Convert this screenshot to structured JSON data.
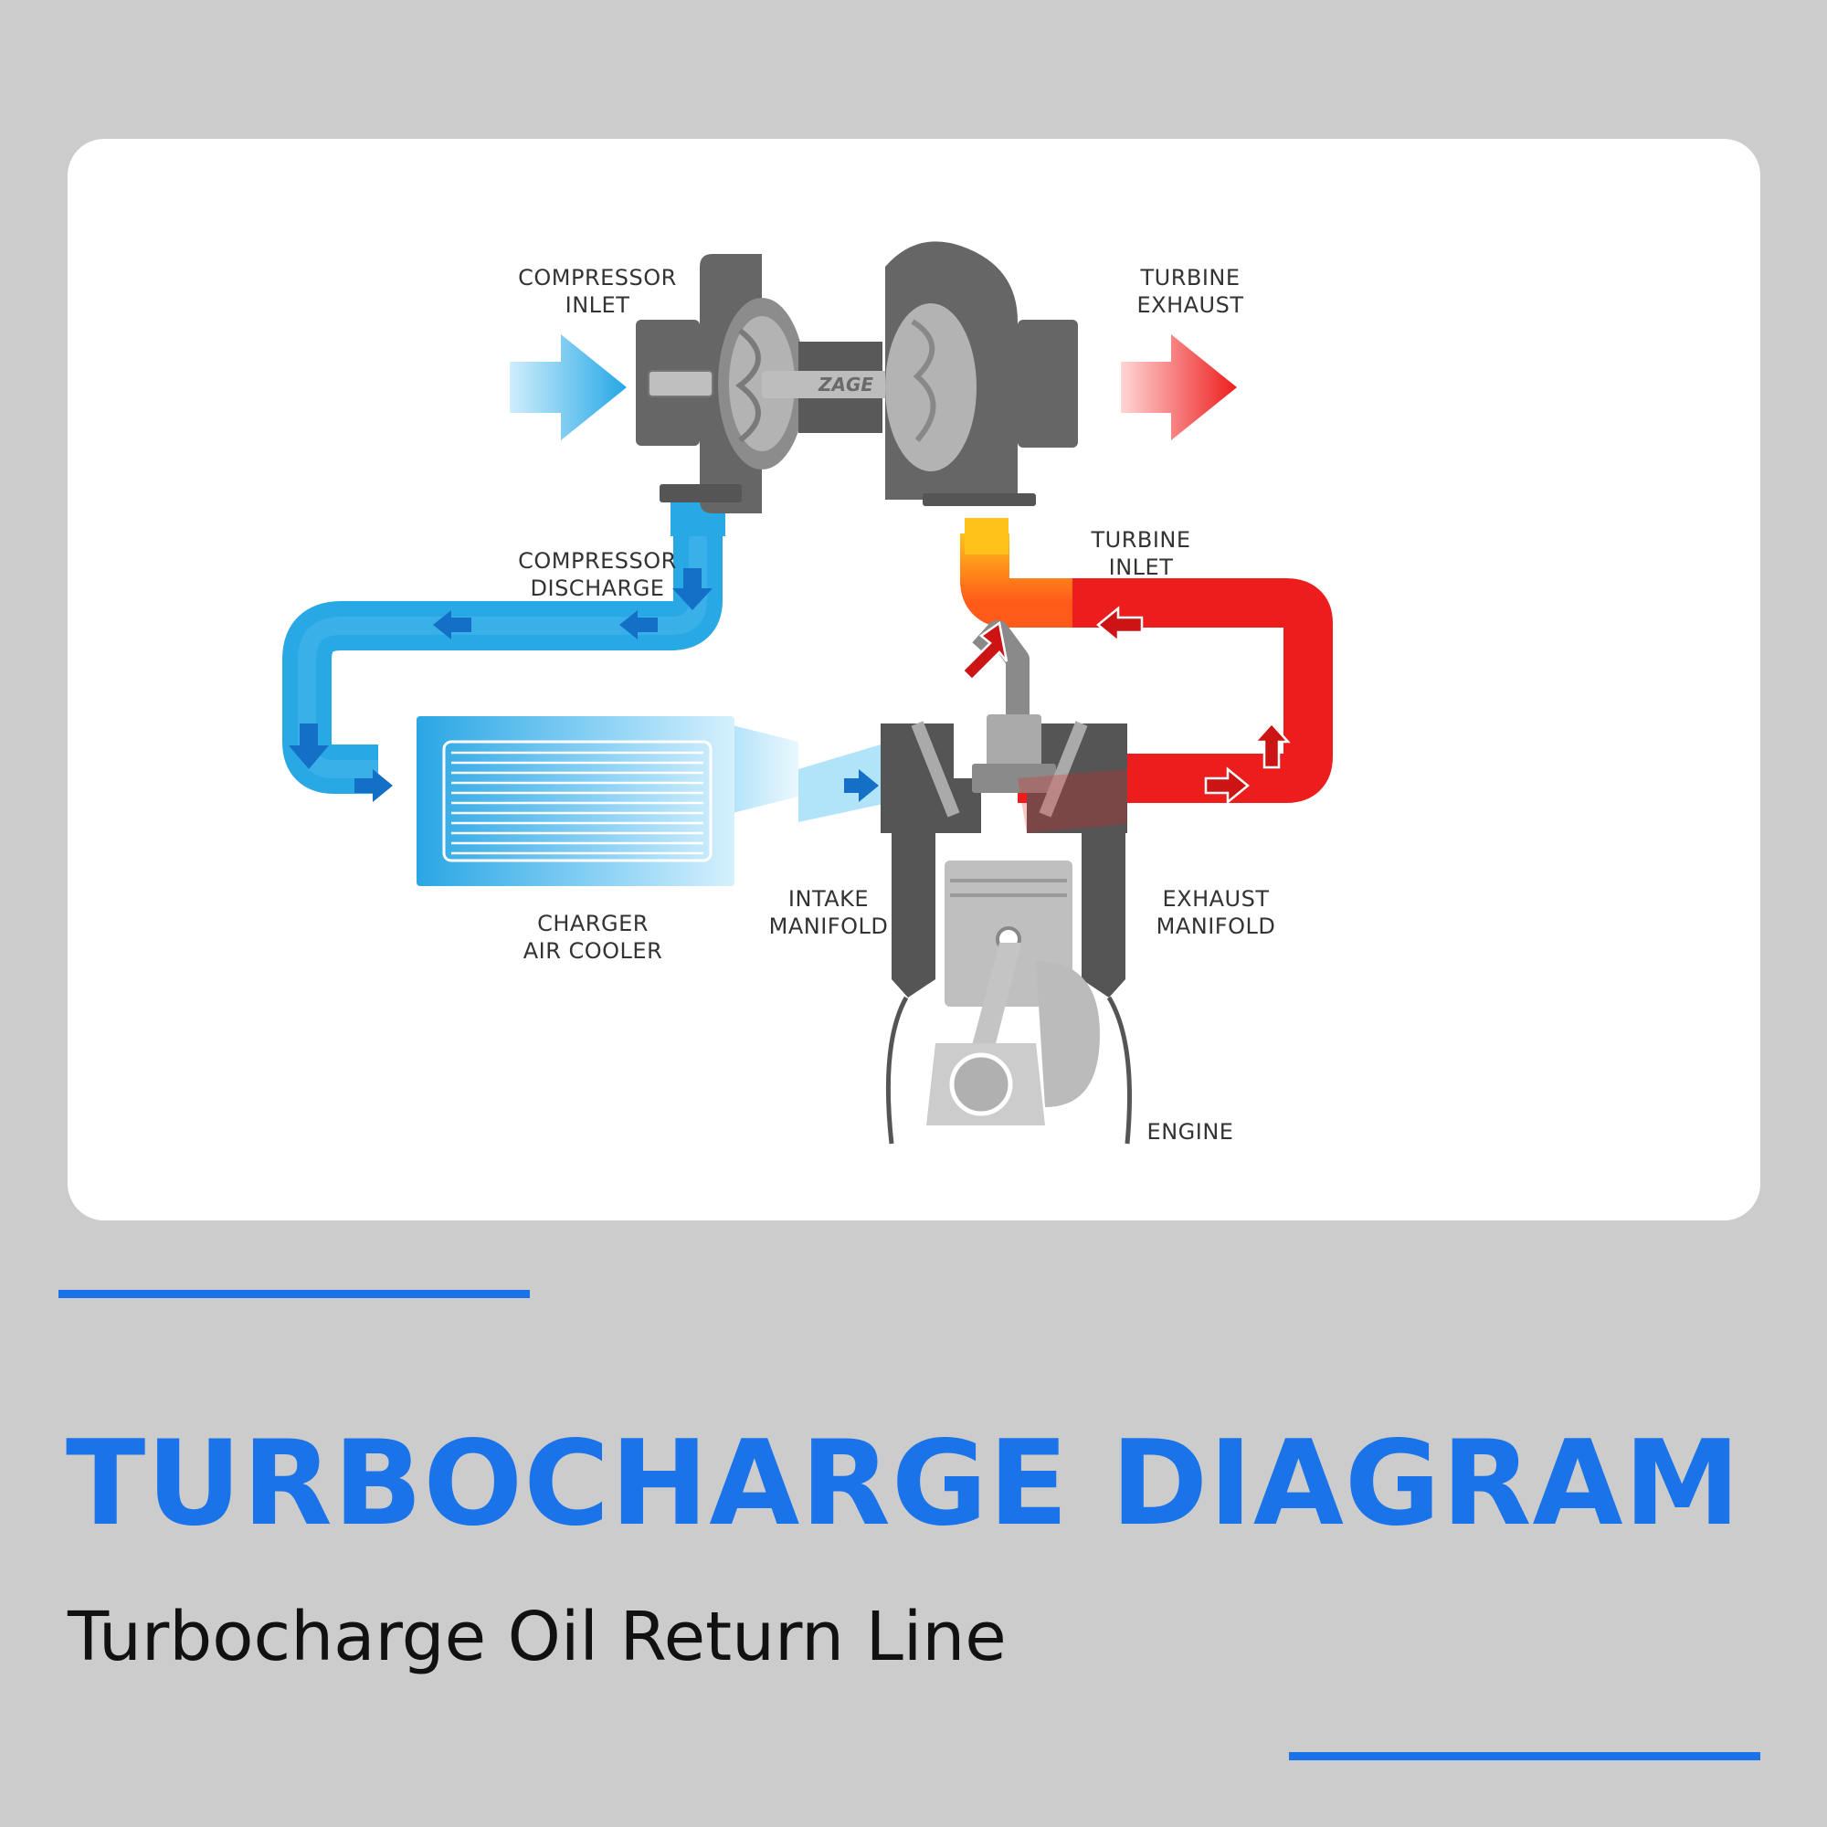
{
  "diagram": {
    "labels": {
      "compressor_inlet": [
        "COMPRESSOR",
        "INLET"
      ],
      "turbine_exhaust": [
        "TURBINE",
        "EXHAUST"
      ],
      "compressor_discharge": [
        "COMPRESSOR",
        "DISCHARGE"
      ],
      "turbine_inlet": [
        "TURBINE",
        "INLET"
      ],
      "charger_air_cooler": [
        "CHARGER",
        "AIR COOLER"
      ],
      "intake_manifold": [
        "INTAKE",
        "MANIFOLD"
      ],
      "exhaust_manifold": [
        "EXHAUST",
        "MANIFOLD"
      ],
      "engine": [
        "ENGINE"
      ]
    },
    "brand": "ZAGE",
    "colors": {
      "cold_air": "#29a8e6",
      "hot_exhaust": "#ee1d1d",
      "turbo_body": "#666666"
    }
  },
  "footer": {
    "title": "TURBOCHARGE DIAGRAM",
    "subtitle": "Turbocharge Oil Return Line",
    "accent": "#1a73e8"
  }
}
